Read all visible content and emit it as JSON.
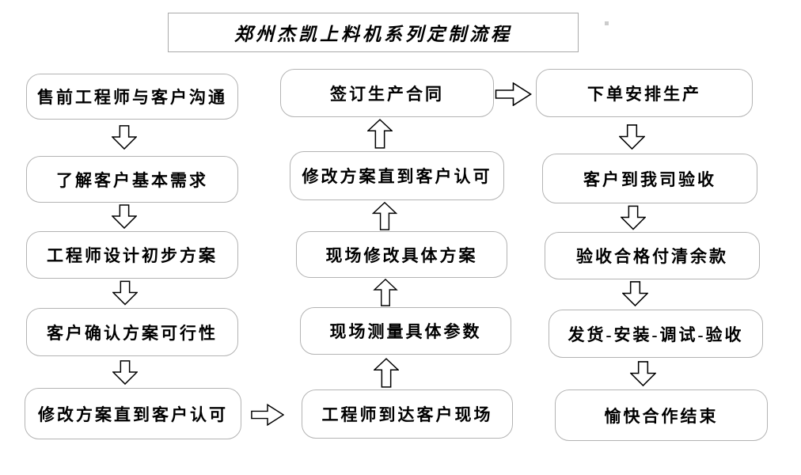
{
  "title": "郑州杰凯上料机系列定制流程",
  "flow": {
    "left_column": [
      {
        "label": "售前工程师与客户沟通"
      },
      {
        "label": "了解客户基本需求"
      },
      {
        "label": "工程师设计初步方案"
      },
      {
        "label": "客户确认方案可行性"
      },
      {
        "label": "修改方案直到客户认可"
      }
    ],
    "middle_column": [
      {
        "label": "签订生产合同"
      },
      {
        "label": "修改方案直到客户认可"
      },
      {
        "label": "现场修改具体方案"
      },
      {
        "label": "现场测量具体参数"
      },
      {
        "label": "工程师到达客户现场"
      }
    ],
    "right_column": [
      {
        "label": "下单安排生产"
      },
      {
        "label": "客户到我司验收"
      },
      {
        "label": "验收合格付清余款"
      },
      {
        "label": "发货-安装-调试-验收"
      },
      {
        "label": "愉快合作结束"
      }
    ]
  },
  "icons": {
    "down_arrow": "hollow-down-block-arrow",
    "up_arrow": "hollow-up-block-arrow",
    "right_arrow": "hollow-right-block-arrow"
  },
  "colors": {
    "background": "#ffffff",
    "box_border": "#b3b3b3",
    "title_border": "#a9a9a9",
    "text": "#000000",
    "arrow_outline": "#000000",
    "arrow_fill": "#ffffff"
  }
}
